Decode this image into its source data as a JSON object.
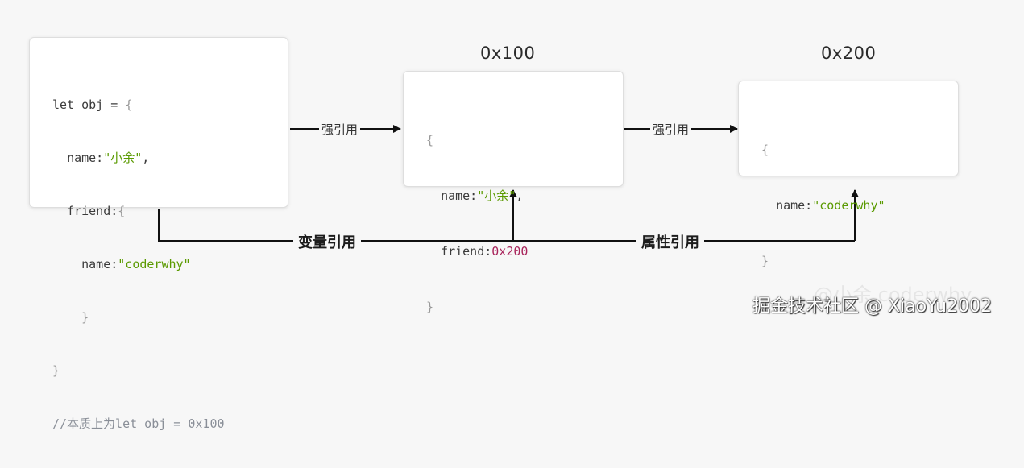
{
  "box_obj": {
    "line1": {
      "kw": "let obj = ",
      "brace": "{"
    },
    "line2": {
      "key": "name:",
      "val": "\"小余\"",
      "punct": ","
    },
    "line3": {
      "key": "friend:",
      "brace": "{"
    },
    "line4": {
      "key": "name:",
      "val": "\"coderwhy\""
    },
    "line5": {
      "brace": "}"
    },
    "line6": {
      "brace": "}"
    },
    "comment": "//本质上为let obj = 0x100"
  },
  "box_100": {
    "address": "0x100",
    "open": "{",
    "name_key": "name:",
    "name_val": "\"小余\"",
    "name_punct": ",",
    "friend_key": "friend:",
    "friend_val": "0x200",
    "close": "}"
  },
  "box_200": {
    "address": "0x200",
    "open": "{",
    "name_key": "name:",
    "name_val": "\"coderwhy\"",
    "close": "}"
  },
  "labels": {
    "strong_ref_1": "强引用",
    "strong_ref_2": "强引用",
    "variable_ref": "变量引用",
    "property_ref": "属性引用"
  },
  "watermark": {
    "text": "掘金技术社区 @ XiaoYu2002",
    "ghost": "@小余 coderwhy"
  },
  "colors": {
    "background": "#f7f7f7",
    "string": "#5a9a00",
    "address_value": "#a8235a",
    "comment": "#8a8f98",
    "line": "#111111"
  }
}
